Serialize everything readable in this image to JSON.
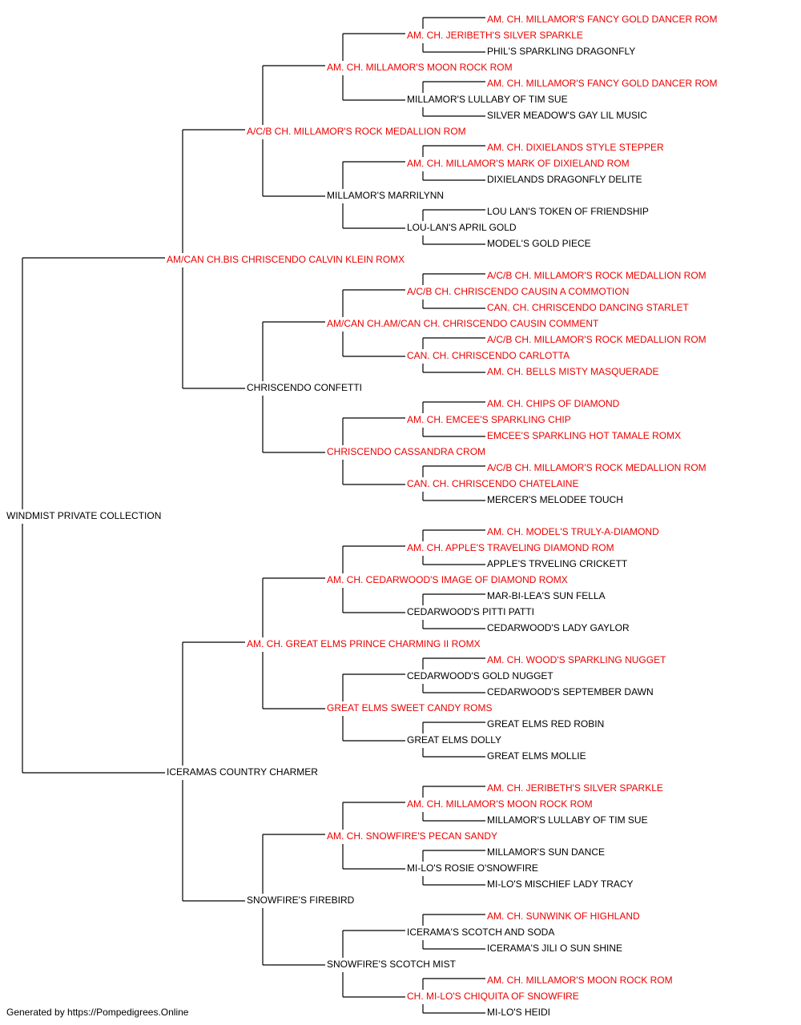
{
  "colors": {
    "titled": "#ee0000",
    "plain": "#000000",
    "line": "#000000"
  },
  "pedigree": {
    "subject": "WINDMIST PRIVATE COLLECTION",
    "ancestors": [
      {
        "name": "AM/CAN CH.BIS CHRISCENDO CALVIN KLEIN ROMX",
        "titled": true
      },
      {
        "name": "ICERAMAS COUNTRY CHARMER",
        "titled": false
      },
      {
        "name": "A/C/B CH. MILLAMOR'S ROCK MEDALLION ROM",
        "titled": true
      },
      {
        "name": "CHRISCENDO CONFETTI",
        "titled": false
      },
      {
        "name": "AM. CH. GREAT ELMS PRINCE CHARMING II ROMX",
        "titled": true
      },
      {
        "name": "SNOWFIRE'S FIREBIRD",
        "titled": false
      },
      {
        "name": "AM. CH. MILLAMOR'S MOON ROCK ROM",
        "titled": true
      },
      {
        "name": "MILLAMOR'S MARRILYNN",
        "titled": false
      },
      {
        "name": "AM/CAN CH.AM/CAN CH. CHRISCENDO CAUSIN COMMENT",
        "titled": true
      },
      {
        "name": "CHRISCENDO CASSANDRA CROM",
        "titled": true
      },
      {
        "name": "AM. CH. CEDARWOOD'S IMAGE OF DIAMOND ROMX",
        "titled": true
      },
      {
        "name": "GREAT ELMS SWEET CANDY ROMS",
        "titled": true
      },
      {
        "name": "AM. CH. SNOWFIRE'S PECAN SANDY",
        "titled": true
      },
      {
        "name": "SNOWFIRE'S SCOTCH MIST",
        "titled": false
      },
      {
        "name": "AM. CH. JERIBETH'S SILVER SPARKLE",
        "titled": true
      },
      {
        "name": "MILLAMOR'S LULLABY OF TIM SUE",
        "titled": false
      },
      {
        "name": "AM. CH. MILLAMOR'S MARK OF DIXIELAND ROM",
        "titled": true
      },
      {
        "name": "LOU-LAN'S APRIL GOLD",
        "titled": false
      },
      {
        "name": "A/C/B CH. CHRISCENDO CAUSIN A COMMOTION",
        "titled": true
      },
      {
        "name": "CAN. CH. CHRISCENDO CARLOTTA",
        "titled": true
      },
      {
        "name": "AM. CH. EMCEE'S SPARKLING CHIP",
        "titled": true
      },
      {
        "name": "CAN. CH. CHRISCENDO CHATELAINE",
        "titled": true
      },
      {
        "name": "AM. CH. APPLE'S TRAVELING DIAMOND ROM",
        "titled": true
      },
      {
        "name": "CEDARWOOD'S PITTI PATTI",
        "titled": false
      },
      {
        "name": "CEDARWOOD'S GOLD NUGGET",
        "titled": false
      },
      {
        "name": "GREAT ELMS DOLLY",
        "titled": false
      },
      {
        "name": "AM. CH. MILLAMOR'S MOON ROCK ROM",
        "titled": true
      },
      {
        "name": "MI-LO'S ROSIE O'SNOWFIRE",
        "titled": false
      },
      {
        "name": "ICERAMA'S SCOTCH AND SODA",
        "titled": false
      },
      {
        "name": "CH. MI-LO'S CHIQUITA OF SNOWFIRE",
        "titled": true
      },
      {
        "name": "AM. CH. MILLAMOR'S FANCY GOLD DANCER ROM",
        "titled": true
      },
      {
        "name": "PHIL'S SPARKLING DRAGONFLY",
        "titled": false
      },
      {
        "name": "AM. CH. MILLAMOR'S FANCY GOLD DANCER ROM",
        "titled": true
      },
      {
        "name": "SILVER MEADOW'S GAY LIL MUSIC",
        "titled": false
      },
      {
        "name": "AM. CH. DIXIELANDS STYLE STEPPER",
        "titled": true
      },
      {
        "name": "DIXIELANDS DRAGONFLY DELITE",
        "titled": false
      },
      {
        "name": "LOU LAN'S TOKEN OF FRIENDSHIP",
        "titled": false
      },
      {
        "name": "MODEL'S GOLD PIECE",
        "titled": false
      },
      {
        "name": "A/C/B CH. MILLAMOR'S ROCK MEDALLION ROM",
        "titled": true
      },
      {
        "name": "CAN. CH. CHRISCENDO DANCING STARLET",
        "titled": true
      },
      {
        "name": "A/C/B CH. MILLAMOR'S ROCK MEDALLION ROM",
        "titled": true
      },
      {
        "name": "AM. CH. BELLS MISTY MASQUERADE",
        "titled": true
      },
      {
        "name": "AM. CH. CHIPS OF DIAMOND",
        "titled": true
      },
      {
        "name": "EMCEE'S SPARKLING HOT TAMALE ROMX",
        "titled": true
      },
      {
        "name": "A/C/B CH. MILLAMOR'S ROCK MEDALLION ROM",
        "titled": true
      },
      {
        "name": "MERCER'S MELODEE TOUCH",
        "titled": false
      },
      {
        "name": "AM. CH. MODEL'S TRULY-A-DIAMOND",
        "titled": true
      },
      {
        "name": "APPLE'S TRVELING CRICKETT",
        "titled": false
      },
      {
        "name": "MAR-BI-LEA'S SUN FELLA",
        "titled": false
      },
      {
        "name": "CEDARWOOD'S LADY GAYLOR",
        "titled": false
      },
      {
        "name": "AM. CH. WOOD'S SPARKLING NUGGET",
        "titled": true
      },
      {
        "name": "CEDARWOOD'S SEPTEMBER DAWN",
        "titled": false
      },
      {
        "name": "GREAT ELMS RED ROBIN",
        "titled": false
      },
      {
        "name": "GREAT ELMS MOLLIE",
        "titled": false
      },
      {
        "name": "AM. CH. JERIBETH'S SILVER SPARKLE",
        "titled": true
      },
      {
        "name": "MILLAMOR'S LULLABY OF TIM SUE",
        "titled": false
      },
      {
        "name": "MILLAMOR'S SUN DANCE",
        "titled": false
      },
      {
        "name": "MI-LO'S MISCHIEF LADY TRACY",
        "titled": false
      },
      {
        "name": "AM. CH. SUNWINK OF HIGHLAND",
        "titled": true
      },
      {
        "name": "ICERAMA'S JILI O SUN SHINE",
        "titled": false
      },
      {
        "name": "AM. CH. MILLAMOR'S MOON ROCK ROM",
        "titled": true
      },
      {
        "name": "MI-LO'S HEIDI",
        "titled": false
      }
    ]
  },
  "footer": {
    "text": "Generated by https://Pompedigrees.Online"
  }
}
